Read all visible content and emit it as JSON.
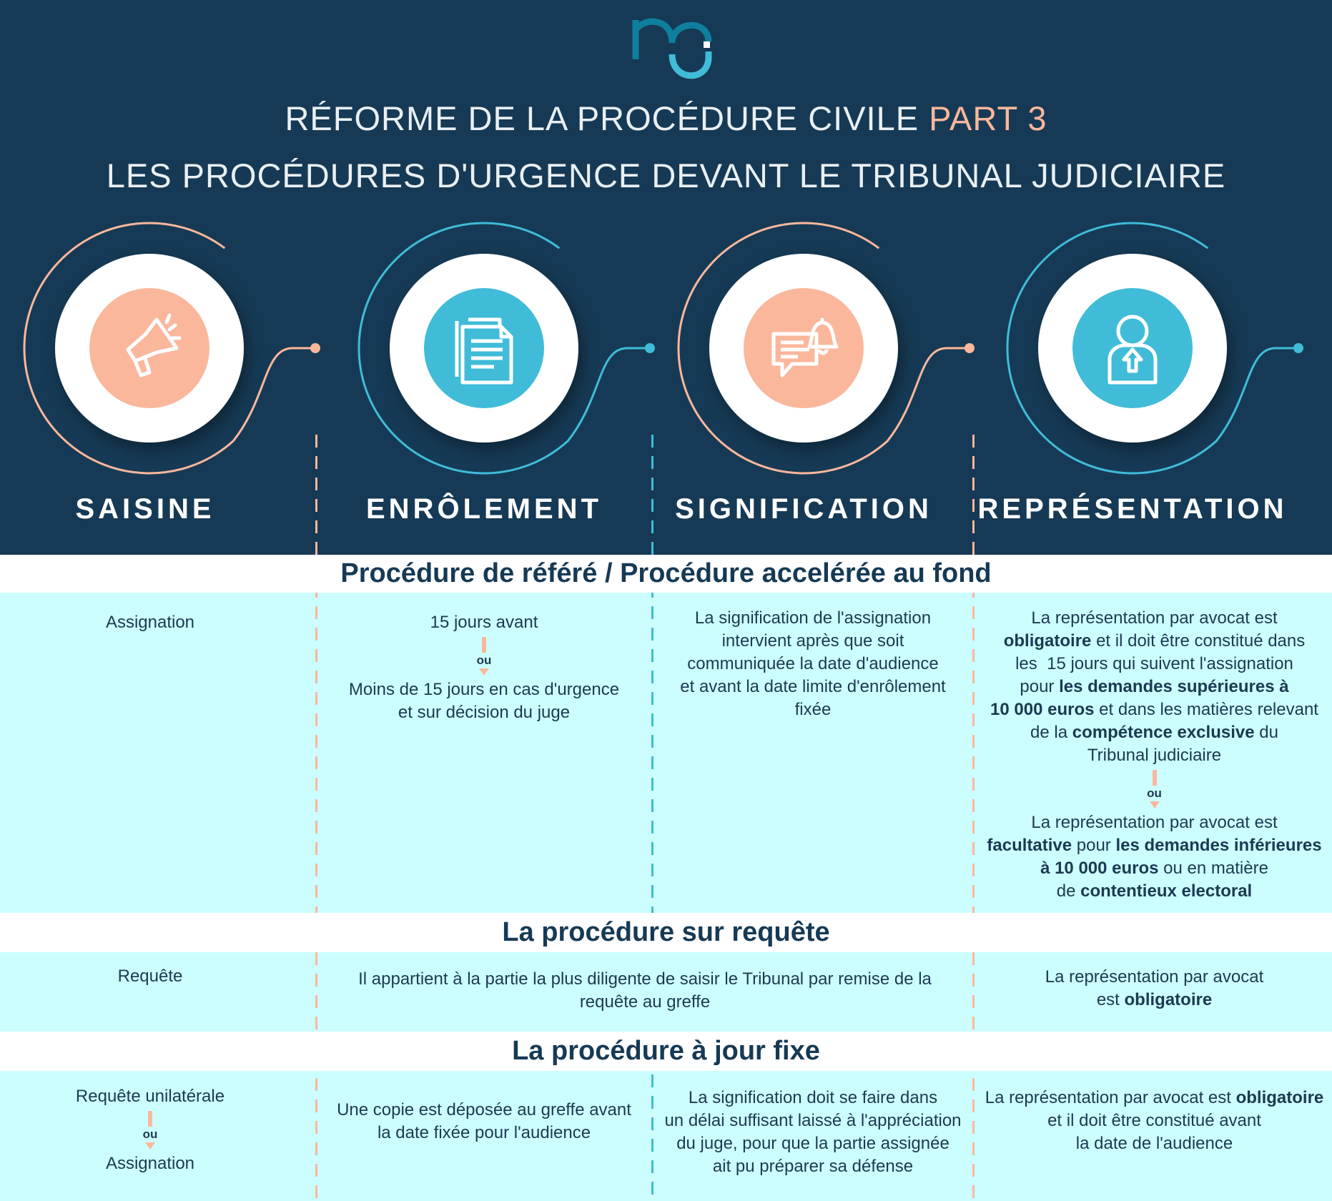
{
  "header": {
    "logo_text": "mc",
    "title_line1": "RÉFORME DE LA PROCÉDURE CIVILE ",
    "title_line1_accent": "PART 3",
    "title_line2": "LES PROCÉDURES D'URGENCE DEVANT LE TRIBUNAL JUDICIAIRE"
  },
  "colors": {
    "dark": "#163a55",
    "salmon": "#fbb79c",
    "cyan": "#40bcd8",
    "light_cyan": "#ccfeff"
  },
  "steps": [
    {
      "label": "SAISINE",
      "icon": "megaphone-icon",
      "color": "#fbb79c"
    },
    {
      "label": "ENRÔLEMENT",
      "icon": "documents-icon",
      "color": "#40bcd8"
    },
    {
      "label": "SIGNIFICATION",
      "icon": "chat-bell-icon",
      "color": "#fbb79c"
    },
    {
      "label": "REPRÉSENTATION",
      "icon": "lawyer-icon",
      "color": "#40bcd8"
    }
  ],
  "ou_label": "ou",
  "sections": [
    {
      "heading": "Procédure de référé / Procédure accelérée au fond",
      "saisine": [
        [
          [
            {
              "t": "Assignation"
            }
          ]
        ]
      ],
      "enrolement": [
        [
          [
            {
              "t": "15 jours avant"
            }
          ]
        ],
        [
          [
            {
              "t": "Moins de 15 jours en cas d'urgence"
            }
          ],
          [
            {
              "t": "et sur décision du juge"
            }
          ]
        ]
      ],
      "signification": [
        [
          [
            {
              "t": "La signification de l'assignation"
            }
          ],
          [
            {
              "t": "intervient après que soit"
            }
          ],
          [
            {
              "t": "communiquée la date d'audience"
            }
          ],
          [
            {
              "t": "et avant la date limite d'enrôlement"
            }
          ],
          [
            {
              "t": "fixée"
            }
          ]
        ]
      ],
      "representation": [
        [
          [
            {
              "t": "La représentation par avocat est"
            }
          ],
          [
            {
              "t": "obligatoire",
              "b": true
            },
            {
              "t": " et il doit être constitué dans"
            }
          ],
          [
            {
              "t": "les  15 jours qui suivent l'assignation"
            }
          ],
          [
            {
              "t": "pour "
            },
            {
              "t": "les demandes supérieures à",
              "b": true
            }
          ],
          [
            {
              "t": "10 000 euros",
              "b": true
            },
            {
              "t": " et dans les matières relevant"
            }
          ],
          [
            {
              "t": "de la "
            },
            {
              "t": "compétence exclusive",
              "b": true
            },
            {
              "t": " du"
            }
          ],
          [
            {
              "t": "Tribunal judiciaire"
            }
          ]
        ],
        [
          [
            {
              "t": "La représentation par avocat est"
            }
          ],
          [
            {
              "t": "facultative",
              "b": true
            },
            {
              "t": " pour "
            },
            {
              "t": "les demandes inférieures",
              "b": true
            }
          ],
          [
            {
              "t": "à 10 000 euros",
              "b": true
            },
            {
              "t": " ou en matière"
            }
          ],
          [
            {
              "t": "de "
            },
            {
              "t": "contentieux electoral",
              "b": true
            }
          ]
        ]
      ]
    },
    {
      "heading": "La procédure sur requête",
      "saisine": [
        [
          [
            {
              "t": "Requête"
            }
          ]
        ]
      ],
      "enrolement_signification": [
        [
          [
            {
              "t": "Il appartient à la partie la plus diligente de saisir le Tribunal par remise de la"
            }
          ],
          [
            {
              "t": "requête au greffe"
            }
          ]
        ]
      ],
      "representation": [
        [
          [
            {
              "t": "La représentation par avocat"
            }
          ],
          [
            {
              "t": "est "
            },
            {
              "t": "obligatoire",
              "b": true
            }
          ]
        ]
      ]
    },
    {
      "heading": "La procédure à jour fixe",
      "saisine": [
        [
          [
            {
              "t": "Requête unilatérale"
            }
          ]
        ],
        [
          [
            {
              "t": "Assignation"
            }
          ]
        ]
      ],
      "enrolement": [
        [
          [
            {
              "t": "Une copie est déposée au greffe avant"
            }
          ],
          [
            {
              "t": "la date fixée pour l'audience"
            }
          ]
        ]
      ],
      "signification": [
        [
          [
            {
              "t": "La signification doit se faire dans"
            }
          ],
          [
            {
              "t": "un délai suffisant laissé à l'appréciation"
            }
          ],
          [
            {
              "t": "du juge, pour que la partie assignée"
            }
          ],
          [
            {
              "t": "ait pu préparer sa défense"
            }
          ]
        ]
      ],
      "representation": [
        [
          [
            {
              "t": "La représentation par avocat est "
            },
            {
              "t": "obligatoire",
              "b": true
            }
          ],
          [
            {
              "t": "et il doit être constitué avant"
            }
          ],
          [
            {
              "t": "la date de l'audience"
            }
          ]
        ]
      ]
    }
  ]
}
